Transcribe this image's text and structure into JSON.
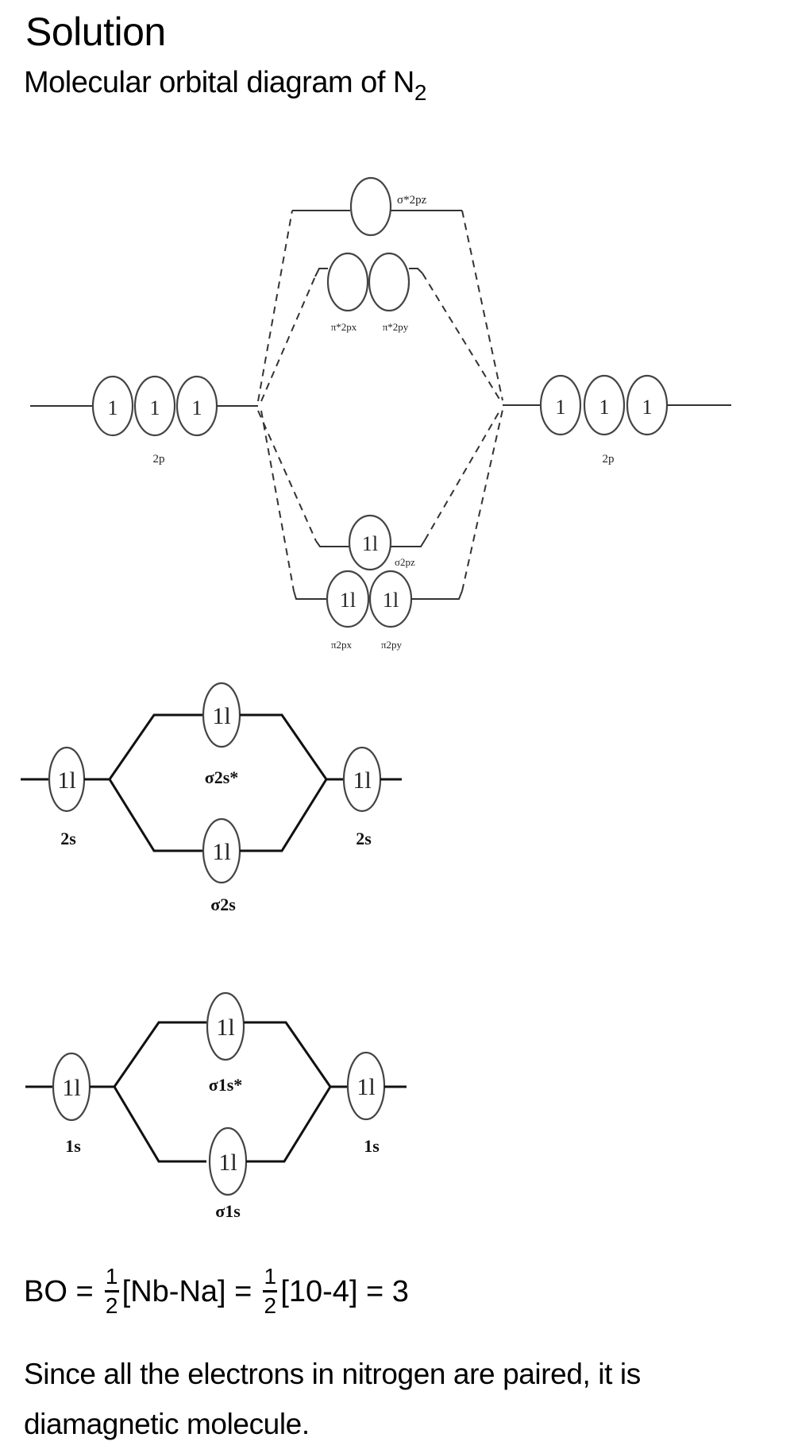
{
  "header": {
    "title": "Solution",
    "subtitle_prefix": "Molecular orbital diagram of N",
    "subtitle_subscript": "2"
  },
  "diagram": {
    "sections": [
      {
        "name": "2p",
        "atomic_left": {
          "label": "2p",
          "electrons": [
            "1",
            "1",
            "1"
          ]
        },
        "atomic_right": {
          "label": "2p",
          "electrons": [
            "1",
            "1",
            "1"
          ]
        },
        "molecular": [
          {
            "label": "σ*2pz",
            "electrons": [
              ""
            ]
          },
          {
            "label_x": "π*2px",
            "label_y": "π*2py",
            "electrons": [
              "",
              ""
            ]
          },
          {
            "label": "σ2pz",
            "electrons": [
              "1l"
            ]
          },
          {
            "label_x": "π2px",
            "label_y": "π2py",
            "electrons": [
              "1l",
              "1l"
            ]
          }
        ]
      },
      {
        "name": "2s",
        "atomic_left": {
          "label": "2s",
          "electrons": [
            "1l"
          ]
        },
        "atomic_right": {
          "label": "2s",
          "electrons": [
            "1l"
          ]
        },
        "molecular": [
          {
            "label": "σ2s*",
            "electrons": [
              "1l"
            ]
          },
          {
            "label": "σ2s",
            "electrons": [
              "1l"
            ]
          }
        ]
      },
      {
        "name": "1s",
        "atomic_left": {
          "label": "1s",
          "electrons": [
            "1l"
          ]
        },
        "atomic_right": {
          "label": "1s",
          "electrons": [
            "1l"
          ]
        },
        "molecular": [
          {
            "label": "σ1s*",
            "electrons": [
              "1l"
            ]
          },
          {
            "label": "σ1s",
            "electrons": [
              "1l"
            ]
          }
        ]
      }
    ]
  },
  "equation": {
    "lhs": "BO =",
    "frac_num": "1",
    "frac_den": "2",
    "expr1": "[Nb-Na] =",
    "expr2": "[10-4] = 3"
  },
  "conclusion": "Since all the electrons in nitrogen are paired, it is diamagnetic molecule."
}
